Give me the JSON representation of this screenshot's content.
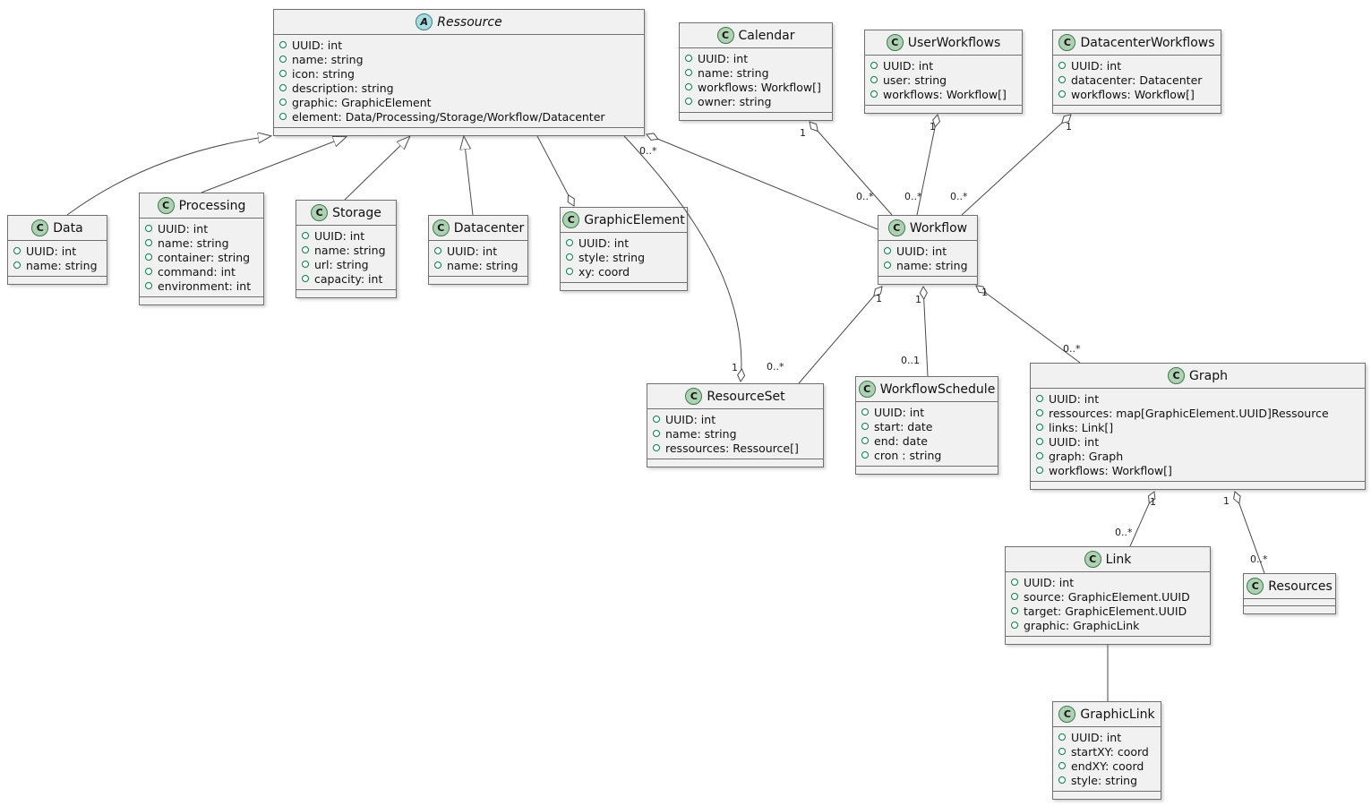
{
  "diagram": {
    "type": "uml-class-diagram",
    "colors": {
      "class_fill": "#f1f1f1",
      "border": "#707070",
      "class_icon_bg": "#ADD1B2",
      "abstract_icon_bg": "#A9DCDF",
      "field_icon_ring": "#038048"
    },
    "classes": [
      {
        "id": "ressource",
        "name": "Ressource",
        "kind": "abstract",
        "icon_letter": "A",
        "attributes": [
          "UUID: int",
          "name: string",
          "icon: string",
          "description: string",
          "graphic: GraphicElement",
          "element: Data/Processing/Storage/Workflow/Datacenter"
        ]
      },
      {
        "id": "calendar",
        "name": "Calendar",
        "kind": "class",
        "icon_letter": "C",
        "attributes": [
          "UUID: int",
          "name: string",
          "workflows: Workflow[]",
          "owner: string"
        ]
      },
      {
        "id": "userworkflows",
        "name": "UserWorkflows",
        "kind": "class",
        "icon_letter": "C",
        "attributes": [
          "UUID: int",
          "user: string",
          "workflows: Workflow[]"
        ]
      },
      {
        "id": "datacenterworkflows",
        "name": "DatacenterWorkflows",
        "kind": "class",
        "icon_letter": "C",
        "attributes": [
          "UUID: int",
          "datacenter: Datacenter",
          "workflows: Workflow[]"
        ]
      },
      {
        "id": "data",
        "name": "Data",
        "kind": "class",
        "icon_letter": "C",
        "attributes": [
          "UUID: int",
          "name: string"
        ]
      },
      {
        "id": "processing",
        "name": "Processing",
        "kind": "class",
        "icon_letter": "C",
        "attributes": [
          "UUID: int",
          "name: string",
          "container: string",
          "command: int",
          "environment: int"
        ]
      },
      {
        "id": "storage",
        "name": "Storage",
        "kind": "class",
        "icon_letter": "C",
        "attributes": [
          "UUID: int",
          "name: string",
          "url: string",
          "capacity: int"
        ]
      },
      {
        "id": "datacenter",
        "name": "Datacenter",
        "kind": "class",
        "icon_letter": "C",
        "attributes": [
          "UUID: int",
          "name: string"
        ]
      },
      {
        "id": "graphicelement",
        "name": "GraphicElement",
        "kind": "class",
        "icon_letter": "C",
        "attributes": [
          "UUID: int",
          "style: string",
          "xy: coord"
        ]
      },
      {
        "id": "workflow",
        "name": "Workflow",
        "kind": "class",
        "icon_letter": "C",
        "attributes": [
          "UUID: int",
          "name: string"
        ]
      },
      {
        "id": "resourceset",
        "name": "ResourceSet",
        "kind": "class",
        "icon_letter": "C",
        "attributes": [
          "UUID: int",
          "name: string",
          "ressources: Ressource[]"
        ]
      },
      {
        "id": "workflowschedule",
        "name": "WorkflowSchedule",
        "kind": "class",
        "icon_letter": "C",
        "attributes": [
          "UUID: int",
          "start: date",
          "end: date",
          "cron : string"
        ]
      },
      {
        "id": "graph",
        "name": "Graph",
        "kind": "class",
        "icon_letter": "C",
        "attributes": [
          "UUID: int",
          "ressources: map[GraphicElement.UUID]Ressource",
          "links: Link[]",
          "UUID: int",
          "graph: Graph",
          "workflows: Workflow[]"
        ]
      },
      {
        "id": "link",
        "name": "Link",
        "kind": "class",
        "icon_letter": "C",
        "attributes": [
          "UUID: int",
          "source: GraphicElement.UUID",
          "target: GraphicElement.UUID",
          "graphic: GraphicLink"
        ]
      },
      {
        "id": "resources",
        "name": "Resources",
        "kind": "class",
        "icon_letter": "C",
        "attributes": []
      },
      {
        "id": "graphiclink",
        "name": "GraphicLink",
        "kind": "class",
        "icon_letter": "C",
        "attributes": [
          "UUID: int",
          "startXY: coord",
          "endXY: coord",
          "style: string"
        ]
      }
    ],
    "edges": [
      {
        "id": "data-ressource",
        "type": "inheritance",
        "source": "Data",
        "target": "Ressource",
        "labels": []
      },
      {
        "id": "processing-ressource",
        "type": "inheritance",
        "source": "Processing",
        "target": "Ressource",
        "labels": []
      },
      {
        "id": "storage-ressource",
        "type": "inheritance",
        "source": "Storage",
        "target": "Ressource",
        "labels": []
      },
      {
        "id": "datacenter-ressource",
        "type": "inheritance",
        "source": "Datacenter",
        "target": "Ressource",
        "labels": []
      },
      {
        "id": "ressource-graphicelement",
        "type": "aggregation",
        "source": "Ressource",
        "target": "GraphicElement",
        "labels": []
      },
      {
        "id": "calendar-workflow",
        "type": "aggregation",
        "source": "Calendar",
        "target": "Workflow",
        "labels": [
          "1",
          "0..*"
        ]
      },
      {
        "id": "userworkflows-workflow",
        "type": "aggregation",
        "source": "UserWorkflows",
        "target": "Workflow",
        "labels": [
          "1",
          "0..*"
        ]
      },
      {
        "id": "datacenterworkflows-workflow",
        "type": "aggregation",
        "source": "DatacenterWorkflows",
        "target": "Workflow",
        "labels": [
          "1",
          "0..*"
        ]
      },
      {
        "id": "workflow-ressource",
        "type": "aggregation",
        "source": "Workflow",
        "target": "Ressource",
        "labels": [
          "0..*"
        ]
      },
      {
        "id": "ressource-resourceset",
        "type": "aggregation",
        "source": "Ressource",
        "target": "ResourceSet",
        "labels": [
          "1"
        ]
      },
      {
        "id": "workflow-resourceset",
        "type": "aggregation",
        "source": "Workflow",
        "target": "ResourceSet",
        "labels": [
          "1",
          "0..*"
        ]
      },
      {
        "id": "workflow-workflowschedule",
        "type": "aggregation",
        "source": "Workflow",
        "target": "WorkflowSchedule",
        "labels": [
          "1",
          "0..1"
        ]
      },
      {
        "id": "workflow-graph",
        "type": "aggregation",
        "source": "Workflow",
        "target": "Graph",
        "labels": [
          "1",
          "0..*"
        ]
      },
      {
        "id": "graph-link",
        "type": "aggregation",
        "source": "Graph",
        "target": "Link",
        "labels": [
          "1",
          "0..*"
        ]
      },
      {
        "id": "graph-resources",
        "type": "aggregation",
        "source": "Graph",
        "target": "Resources",
        "labels": [
          "1",
          "0..*"
        ]
      },
      {
        "id": "link-graphiclink",
        "type": "association",
        "source": "Link",
        "target": "GraphicLink",
        "labels": []
      }
    ]
  }
}
